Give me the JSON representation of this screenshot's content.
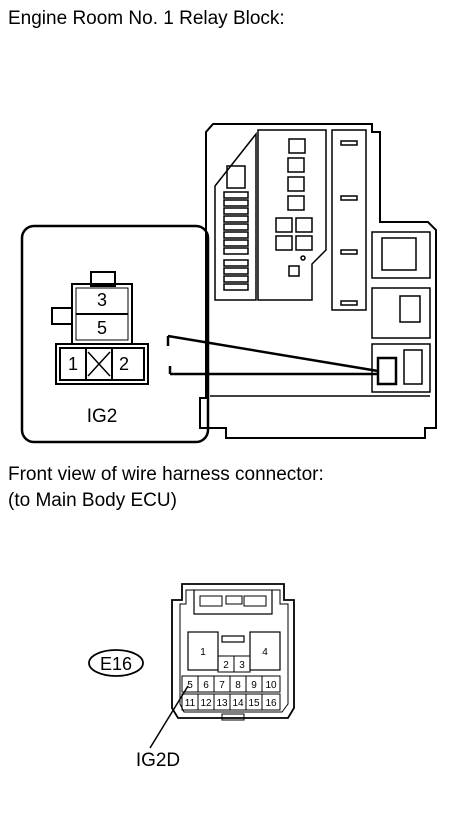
{
  "relay_block_title": "Engine Room No. 1 Relay Block:",
  "ig2_connector": {
    "pins_top": [
      "3",
      "5"
    ],
    "pins_bottom": [
      "1",
      "2"
    ],
    "name": "IG2"
  },
  "harness_title": {
    "line1": "Front view of wire harness connector:",
    "line2": "(to Main Body ECU)"
  },
  "e16_connector": {
    "code": "E16",
    "large_pins": [
      "1",
      "4"
    ],
    "top_pins": [
      "2",
      "3"
    ],
    "row1": [
      "5",
      "6",
      "7",
      "8",
      "9",
      "10"
    ],
    "row2": [
      "11",
      "12",
      "13",
      "14",
      "15",
      "16"
    ],
    "pointer_label": "IG2D"
  },
  "colors": {
    "line": "#000000",
    "background": "#ffffff"
  }
}
